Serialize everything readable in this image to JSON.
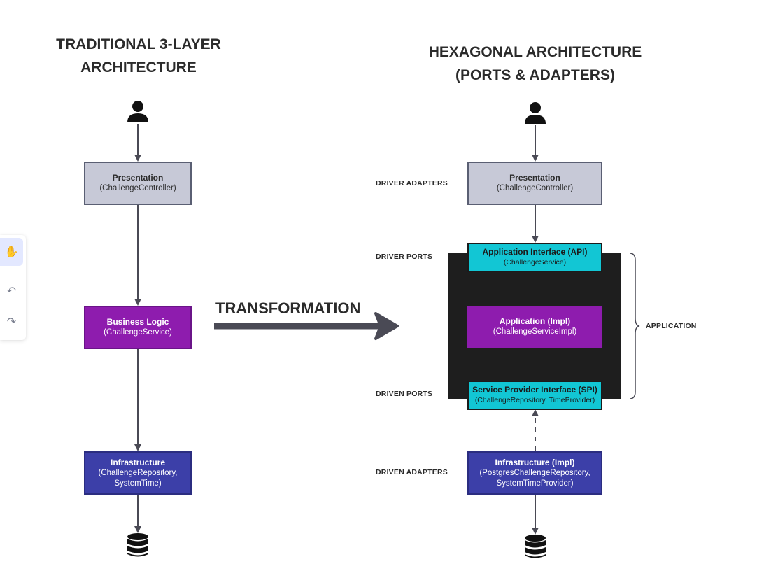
{
  "left": {
    "title": "TRADITIONAL 3-LAYER\nARCHITECTURE",
    "presentation": {
      "title": "Presentation",
      "sub": "(ChallengeController)"
    },
    "business": {
      "title": "Business Logic",
      "sub": "(ChallengeService)"
    },
    "infrastructure": {
      "title": "Infrastructure",
      "sub": "(ChallengeRepository,\nSystemTime)"
    }
  },
  "transformation_label": "TRANSFORMATION",
  "right": {
    "title": "HEXAGONAL ARCHITECTURE\n(PORTS & ADAPTERS)",
    "presentation": {
      "title": "Presentation",
      "sub": "(ChallengeController)"
    },
    "api": {
      "title": "Application Interface (API)",
      "sub": "(ChallengeService)"
    },
    "impl": {
      "title": "Application (Impl)",
      "sub": "(ChallengeServiceImpl)"
    },
    "spi": {
      "title": "Service Provider Interface (SPI)",
      "sub": "(ChallengeRepository, TimeProvider)"
    },
    "infrastructure": {
      "title": "Infrastructure (Impl)",
      "sub": "(PostgresChallengeRepository,\nSystemTimeProvider)"
    },
    "labels": {
      "driver_adapters": "DRIVER ADAPTERS",
      "driver_ports": "DRIVER PORTS",
      "driven_ports": "DRIVEN PORTS",
      "driven_adapters": "DRIVEN ADAPTERS",
      "application": "APPLICATION"
    }
  },
  "toolbar": {
    "hand": "✋",
    "undo": "↶",
    "redo": "↷"
  },
  "icons": {
    "user": "user-icon",
    "database": "database-icon"
  },
  "colors": {
    "presentation": "#c7c9d7",
    "business": "#8e1cae",
    "infrastructure": "#3c3fa8",
    "port": "#12c6d4",
    "core": "#1e1e1e",
    "arrow": "#4a4a55"
  }
}
